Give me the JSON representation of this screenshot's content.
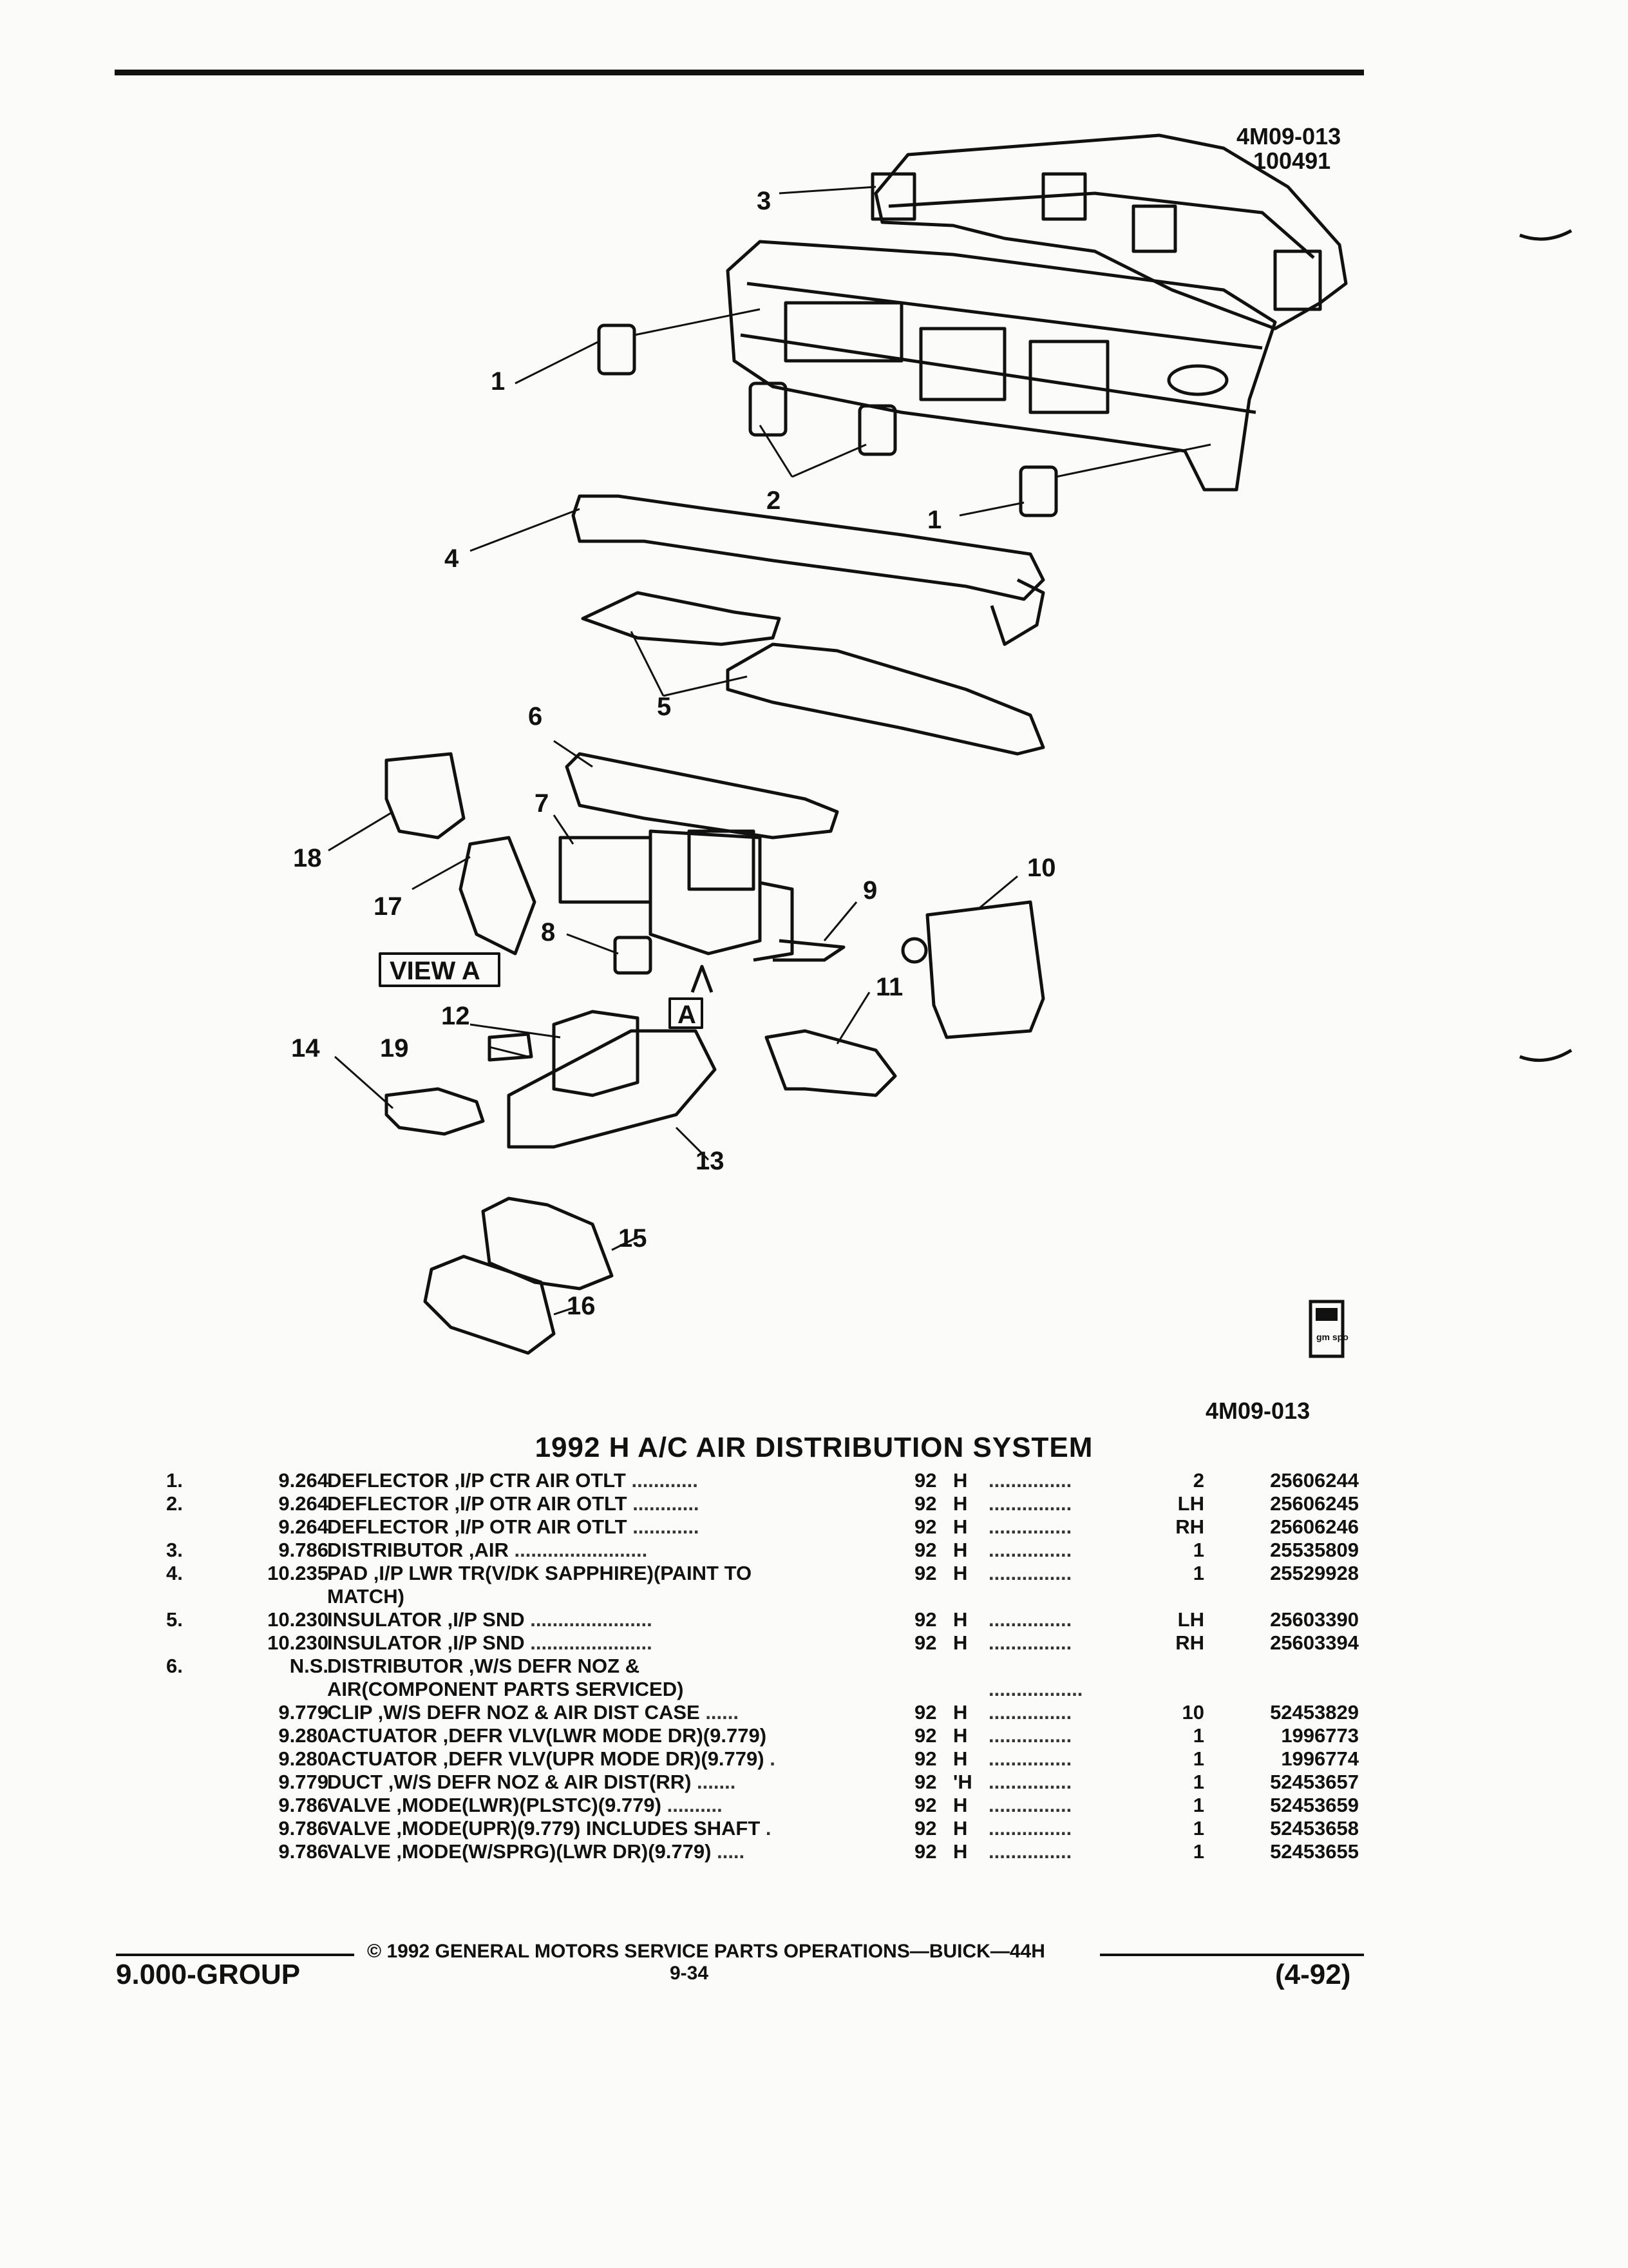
{
  "header": {
    "figure_code": "4M09-013",
    "figure_date": "100491",
    "bottom_code": "4M09-013"
  },
  "figure": {
    "callouts": [
      "1",
      "2",
      "3",
      "4",
      "5",
      "6",
      "7",
      "8",
      "9",
      "10",
      "11",
      "12",
      "13",
      "14",
      "15",
      "16",
      "17",
      "18",
      "19",
      "1"
    ],
    "view_label": "VIEW A",
    "view_marker": "A",
    "logo_text": "gm spo"
  },
  "section_title": "1992 H A/C AIR DISTRIBUTION SYSTEM",
  "parts": [
    {
      "item": "1.",
      "group": "9.264",
      "desc": "DEFLECTOR ,I/P CTR AIR OTLT",
      "dots": " ............",
      "year": "92",
      "body": "H",
      "leader": "...............",
      "qty": "2",
      "part": "25606244"
    },
    {
      "item": "2.",
      "group": "9.264",
      "desc": "DEFLECTOR ,I/P OTR AIR OTLT",
      "dots": " ............",
      "year": "92",
      "body": "H",
      "leader": "...............",
      "qty": "LH",
      "part": "25606245"
    },
    {
      "item": "",
      "group": "9.264",
      "desc": "DEFLECTOR ,I/P OTR AIR OTLT",
      "dots": " ............",
      "year": "92",
      "body": "H",
      "leader": "...............",
      "qty": "RH",
      "part": "25606246"
    },
    {
      "item": "3.",
      "group": "9.786",
      "desc": "DISTRIBUTOR ,AIR",
      "dots": " ........................",
      "year": "92",
      "body": "H",
      "leader": "...............",
      "qty": "1",
      "part": "25535809"
    },
    {
      "item": "4.",
      "group": "10.235",
      "desc": "PAD ,I/P LWR TR(V/DK SAPPHIRE)(PAINT TO",
      "dots": "",
      "year": "92",
      "body": "H",
      "leader": "...............",
      "qty": "1",
      "part": "25529928"
    },
    {
      "item": "",
      "group": "",
      "desc": "MATCH)",
      "dots": "",
      "year": "",
      "body": "",
      "leader": "",
      "qty": "",
      "part": ""
    },
    {
      "item": "5.",
      "group": "10.230",
      "desc": "INSULATOR ,I/P SND",
      "dots": " ......................",
      "year": "92",
      "body": "H",
      "leader": "...............",
      "qty": "LH",
      "part": "25603390"
    },
    {
      "item": "",
      "group": "10.230",
      "desc": "INSULATOR ,I/P SND",
      "dots": " ......................",
      "year": "92",
      "body": "H",
      "leader": "...............",
      "qty": "RH",
      "part": "25603394"
    },
    {
      "item": "6.",
      "group": "N.S.",
      "desc": "DISTRIBUTOR ,W/S DEFR NOZ &",
      "dots": "",
      "year": "",
      "body": "",
      "leader": "",
      "qty": "",
      "part": ""
    },
    {
      "item": "",
      "group": "",
      "desc": "AIR(COMPONENT PARTS SERVICED)",
      "dots": "",
      "year": "",
      "body": "",
      "leader": ".................",
      "qty": "",
      "part": ""
    },
    {
      "item": "",
      "group": "9.779",
      "desc": "CLIP ,W/S DEFR NOZ & AIR DIST CASE",
      "dots": " ......",
      "year": "92",
      "body": "H",
      "leader": "...............",
      "qty": "10",
      "part": "52453829"
    },
    {
      "item": "",
      "group": "9.280",
      "desc": "ACTUATOR ,DEFR VLV(LWR MODE DR)(9.779)",
      "dots": "",
      "year": "92",
      "body": "H",
      "leader": "...............",
      "qty": "1",
      "part": "1996773"
    },
    {
      "item": "",
      "group": "9.280",
      "desc": "ACTUATOR ,DEFR VLV(UPR MODE DR)(9.779)",
      "dots": " .",
      "year": "92",
      "body": "H",
      "leader": "...............",
      "qty": "1",
      "part": "1996774"
    },
    {
      "item": "",
      "group": "9.779",
      "desc": "DUCT ,W/S DEFR NOZ & AIR DIST(RR)",
      "dots": " .......",
      "year": "92",
      "body": "'H",
      "leader": "...............",
      "qty": "1",
      "part": "52453657"
    },
    {
      "item": "",
      "group": "9.786",
      "desc": "VALVE ,MODE(LWR)(PLSTC)(9.779)",
      "dots": " ..........",
      "year": "92",
      "body": "H",
      "leader": "...............",
      "qty": "1",
      "part": "52453659"
    },
    {
      "item": "",
      "group": "9.786",
      "desc": "VALVE ,MODE(UPR)(9.779) INCLUDES SHAFT",
      "dots": " .",
      "year": "92",
      "body": "H",
      "leader": "...............",
      "qty": "1",
      "part": "52453658"
    },
    {
      "item": "",
      "group": "9.786",
      "desc": "VALVE ,MODE(W/SPRG)(LWR DR)(9.779)",
      "dots": " .....",
      "year": "92",
      "body": "H",
      "leader": "...............",
      "qty": "1",
      "part": "52453655"
    }
  ],
  "footer": {
    "copyright": "© 1992 GENERAL MOTORS SERVICE PARTS OPERATIONS—BUICK—44H",
    "group": "9.000-GROUP",
    "page": "9-34",
    "date": "(4-92)"
  }
}
